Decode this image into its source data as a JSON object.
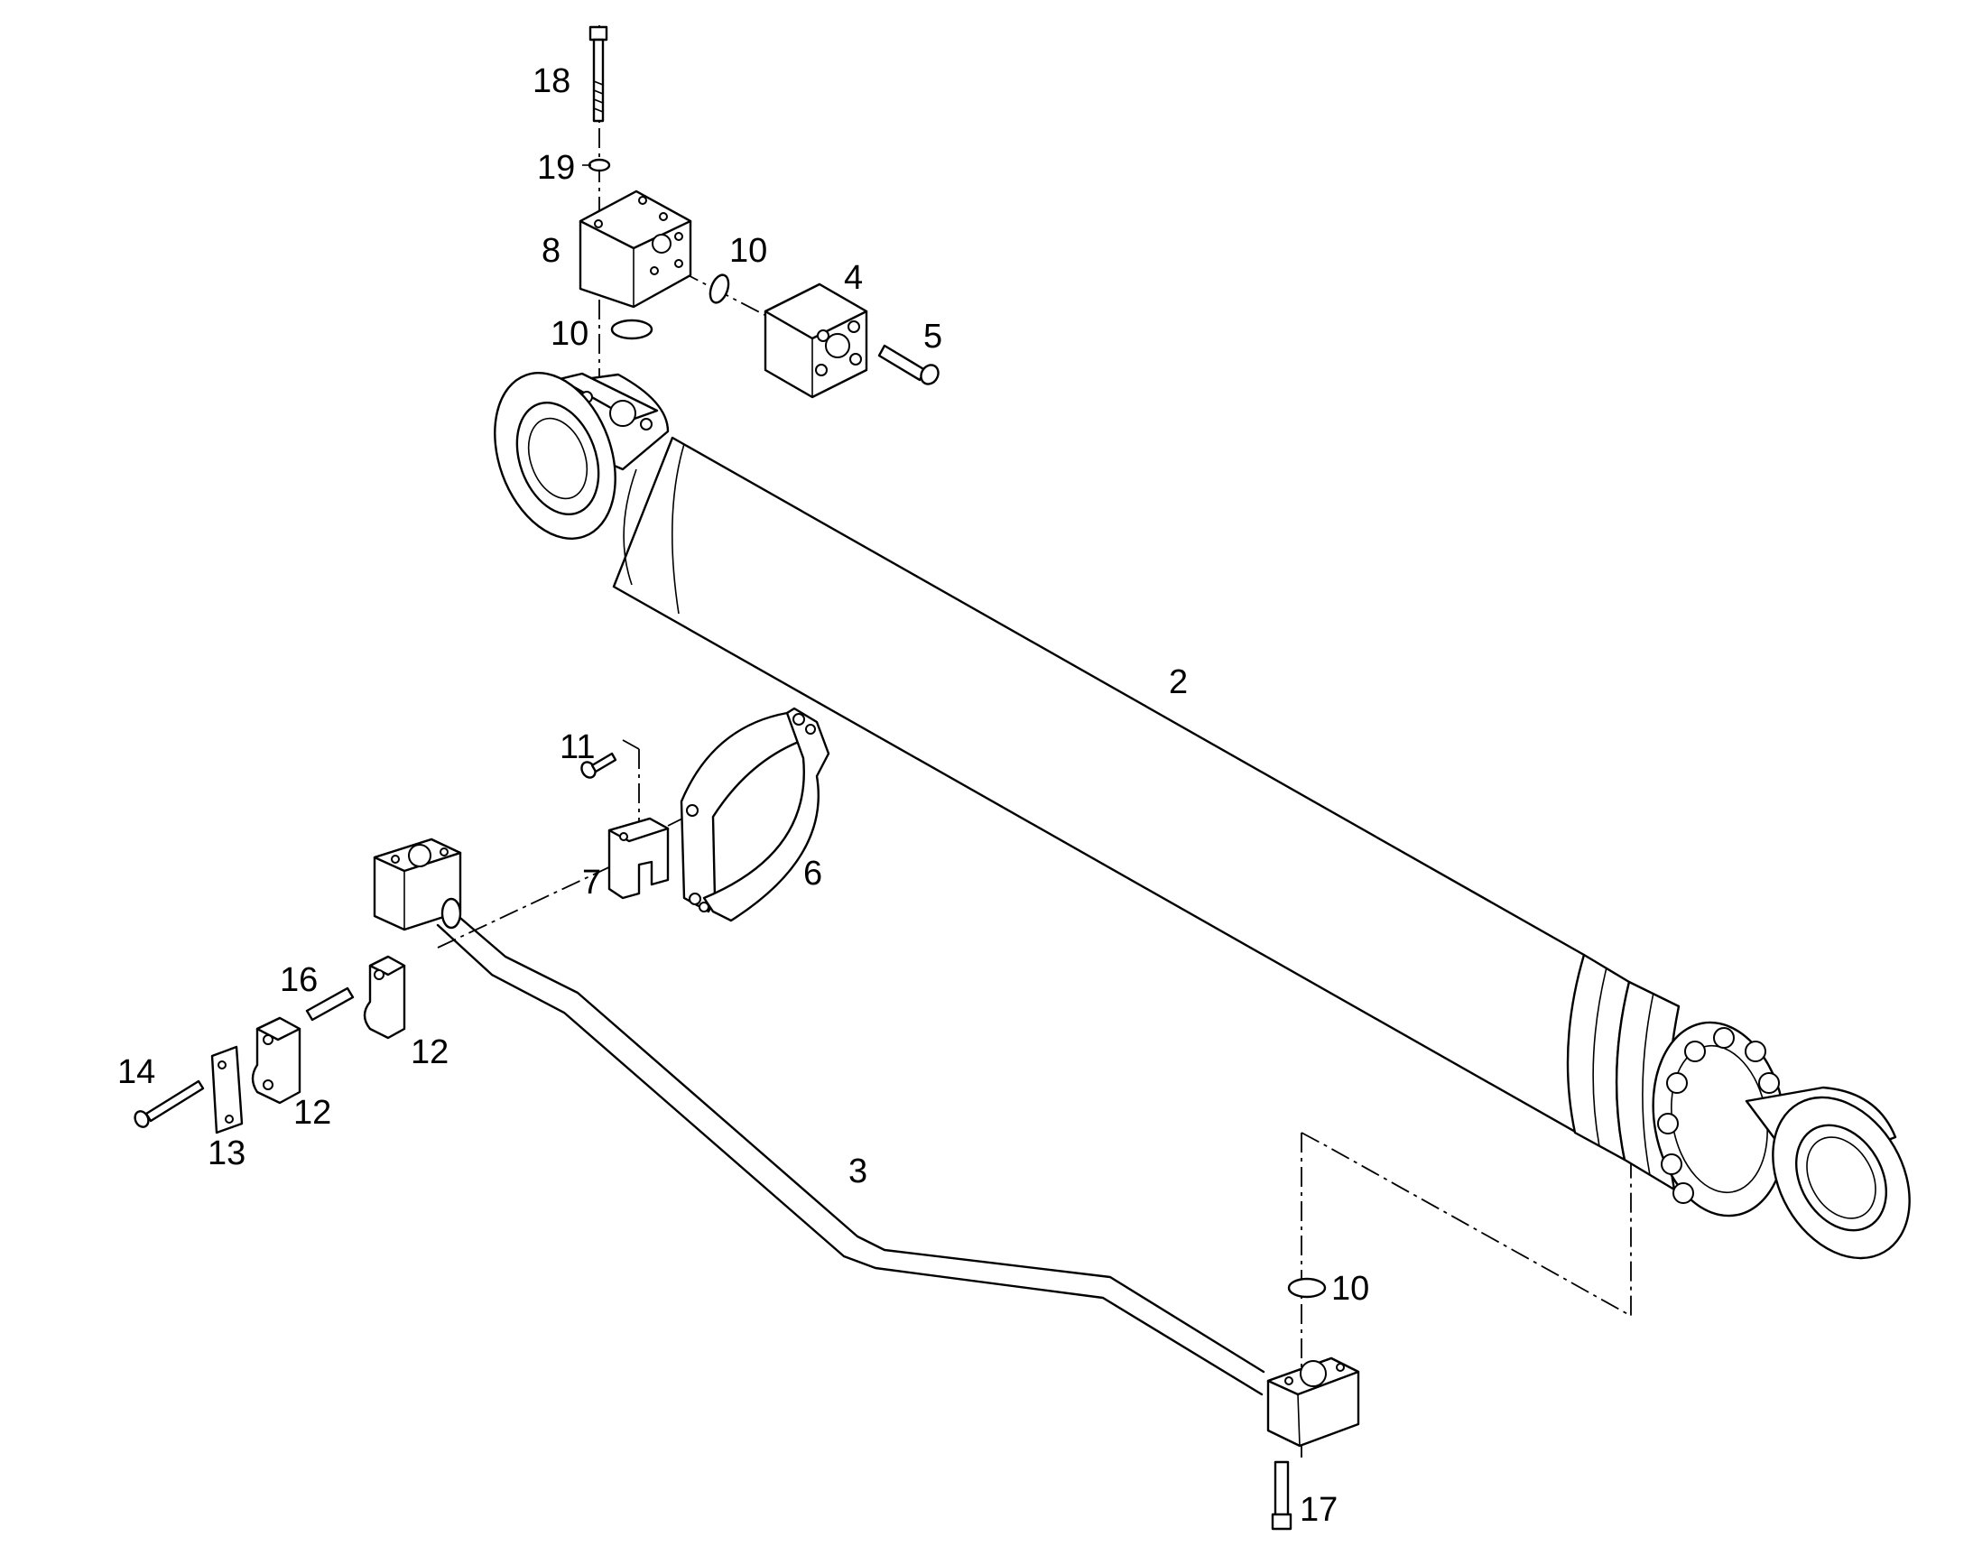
{
  "diagram": {
    "parts": [
      {
        "id": "label-2",
        "text": "2"
      },
      {
        "id": "label-3",
        "text": "3"
      },
      {
        "id": "label-4",
        "text": "4"
      },
      {
        "id": "label-5",
        "text": "5"
      },
      {
        "id": "label-6",
        "text": "6"
      },
      {
        "id": "label-7",
        "text": "7"
      },
      {
        "id": "label-8",
        "text": "8"
      },
      {
        "id": "label-10a",
        "text": "10"
      },
      {
        "id": "label-10b",
        "text": "10"
      },
      {
        "id": "label-10c",
        "text": "10"
      },
      {
        "id": "label-11",
        "text": "11"
      },
      {
        "id": "label-12a",
        "text": "12"
      },
      {
        "id": "label-12b",
        "text": "12"
      },
      {
        "id": "label-13",
        "text": "13"
      },
      {
        "id": "label-14",
        "text": "14"
      },
      {
        "id": "label-16",
        "text": "16"
      },
      {
        "id": "label-17",
        "text": "17"
      },
      {
        "id": "label-18",
        "text": "18"
      },
      {
        "id": "label-19",
        "text": "19"
      }
    ]
  }
}
